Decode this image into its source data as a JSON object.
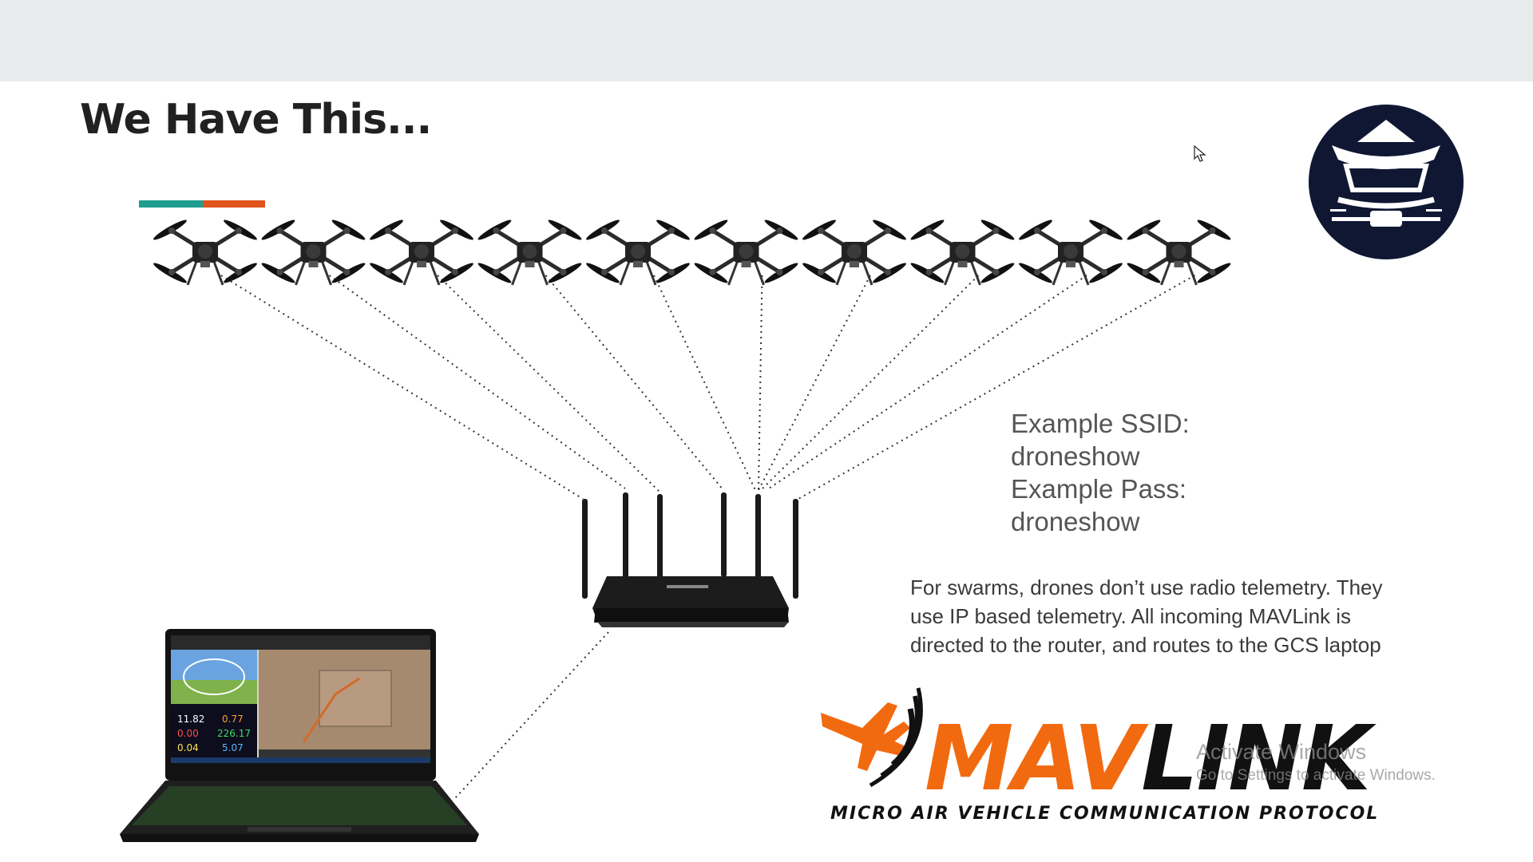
{
  "slide": {
    "title": "We Have This...",
    "ssid_lines": [
      "Example SSID:",
      "droneshow",
      "Example Pass:",
      "droneshow"
    ],
    "body": "For swarms, drones don’t use radio telemetry. They use IP based telemetry. All incoming MAVLink is directed to the router, and routes to the GCS laptop",
    "accent_colors": [
      "#1f9e8f",
      "#e0531b"
    ],
    "drone_count": 10,
    "icons": {
      "drone": "quadcopter-icon",
      "router": "wifi-router-icon",
      "laptop": "gcs-laptop-icon",
      "logo": "pagoda-drone-logo-icon"
    }
  },
  "laptop_screen": {
    "readouts": [
      {
        "value": "11.82",
        "color": "#ffffff"
      },
      {
        "value": "0.77",
        "color": "#ff9a2e"
      },
      {
        "value": "0.00",
        "color": "#ff4d4d"
      },
      {
        "value": "226.17",
        "color": "#3ddc63"
      },
      {
        "value": "0.04",
        "color": "#ffe44d"
      },
      {
        "value": "5.07",
        "color": "#5ab8ff"
      }
    ]
  },
  "mavlink_logo": {
    "word_orange": "MAV",
    "word_black": "LINK",
    "subtitle": "MICRO AIR VEHICLE COMMUNICATION PROTOCOL",
    "colors": {
      "orange": "#f26a10",
      "black": "#111111"
    }
  },
  "watermark": {
    "line1": "Activate Windows",
    "line2": "Go to Settings to activate Windows."
  }
}
